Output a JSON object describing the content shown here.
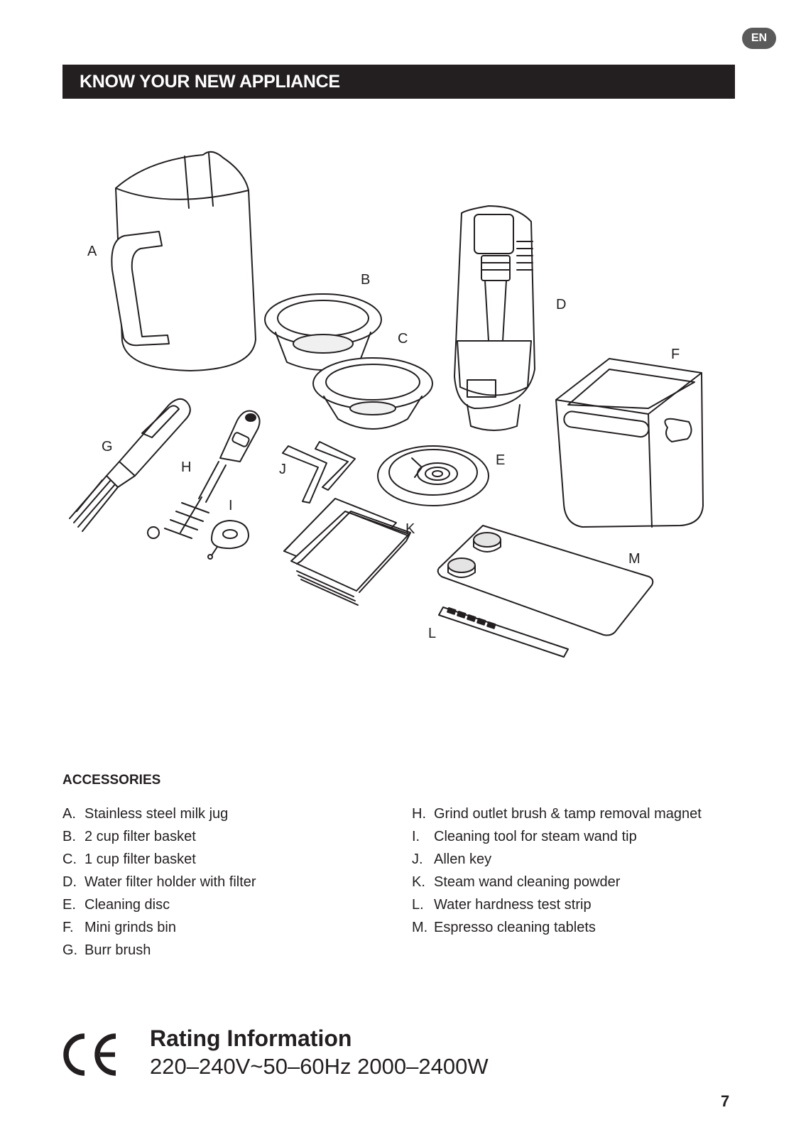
{
  "language_badge": "EN",
  "header": {
    "title": "KNOW YOUR NEW APPLIANCE"
  },
  "illustration": {
    "callouts": {
      "A": "A",
      "B": "B",
      "C": "C",
      "D": "D",
      "E": "E",
      "F": "F",
      "G": "G",
      "H": "H",
      "I": "I",
      "J": "J",
      "K": "K",
      "L": "L",
      "M": "M"
    }
  },
  "accessories": {
    "title": "ACCESSORIES",
    "left": [
      {
        "letter": "A.",
        "label": "Stainless steel milk jug"
      },
      {
        "letter": "B.",
        "label": "2 cup filter basket"
      },
      {
        "letter": "C.",
        "label": "1 cup filter basket"
      },
      {
        "letter": "D.",
        "label": "Water filter holder with filter"
      },
      {
        "letter": "E.",
        "label": "Cleaning disc"
      },
      {
        "letter": "F.",
        "label": "Mini grinds bin"
      },
      {
        "letter": "G.",
        "label": "Burr brush"
      }
    ],
    "right": [
      {
        "letter": "H.",
        "label": "Grind outlet brush & tamp removal magnet"
      },
      {
        "letter": "I.",
        "label": "Cleaning tool for steam wand tip"
      },
      {
        "letter": "J.",
        "label": "Allen key"
      },
      {
        "letter": "K.",
        "label": "Steam wand cleaning powder"
      },
      {
        "letter": "L.",
        "label": "Water hardness test strip"
      },
      {
        "letter": "M.",
        "label": "Espresso cleaning tablets"
      }
    ]
  },
  "rating": {
    "title": "Rating Information",
    "spec": "220–240V~50–60Hz 2000–2400W",
    "mark_icon": "ce-mark-icon"
  },
  "page_number": "7"
}
